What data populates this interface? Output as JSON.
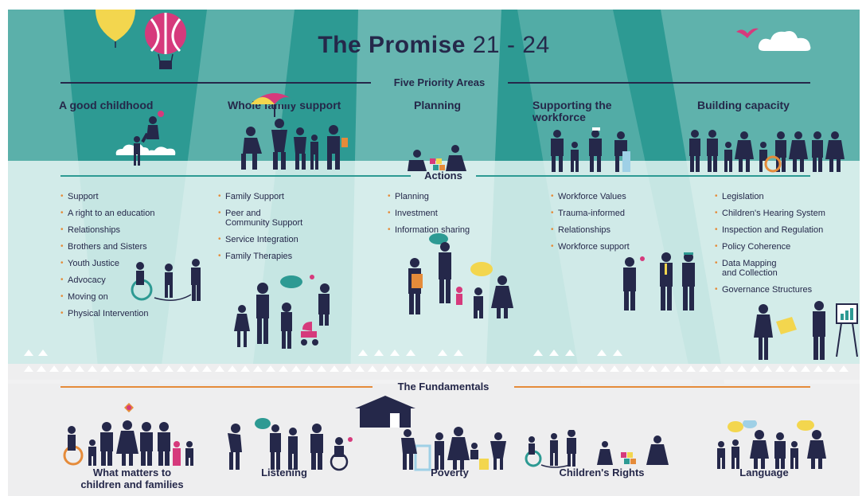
{
  "title": {
    "main": "The Promise",
    "years": "21 - 24"
  },
  "five_priority_areas": {
    "heading": "Five Priority Areas",
    "items": [
      {
        "label": "A good childhood"
      },
      {
        "label": "Whole family support"
      },
      {
        "label": "Planning"
      },
      {
        "label": "Supporting the\nworkforce"
      },
      {
        "label": "Building capacity"
      }
    ]
  },
  "actions": {
    "heading": "Actions",
    "columns": [
      [
        "Support",
        "A right to an education",
        "Relationships",
        "Brothers and Sisters",
        "Youth Justice",
        "Advocacy",
        "Moving on",
        "Physical Intervention"
      ],
      [
        "Family Support",
        "Peer and\nCommunity Support",
        "Service Integration",
        "Family Therapies"
      ],
      [
        "Planning",
        "Investment",
        "Information sharing"
      ],
      [
        "Workforce Values",
        "Trauma-informed",
        "Relationships",
        "Workforce support"
      ],
      [
        "Legislation",
        "Children's Hearing System",
        "Inspection and Regulation",
        "Policy Coherence",
        "Data Mapping\nand Collection",
        "Governance Structures"
      ]
    ]
  },
  "fundamentals": {
    "heading": "The Fundamentals",
    "items": [
      {
        "label": "What matters to\nchildren and families"
      },
      {
        "label": "Listening"
      },
      {
        "label": "Poverty"
      },
      {
        "label": "Children's Rights"
      },
      {
        "label": "Language"
      }
    ]
  },
  "colors": {
    "top_band": "#2d9a93",
    "mid_band": "#c6e6e3",
    "bottom_band": "#eeeeef",
    "navy": "#25284a",
    "accent_orange": "#e58b3a",
    "accent_pink": "#d63a7c",
    "accent_yellow": "#f3d64e"
  }
}
